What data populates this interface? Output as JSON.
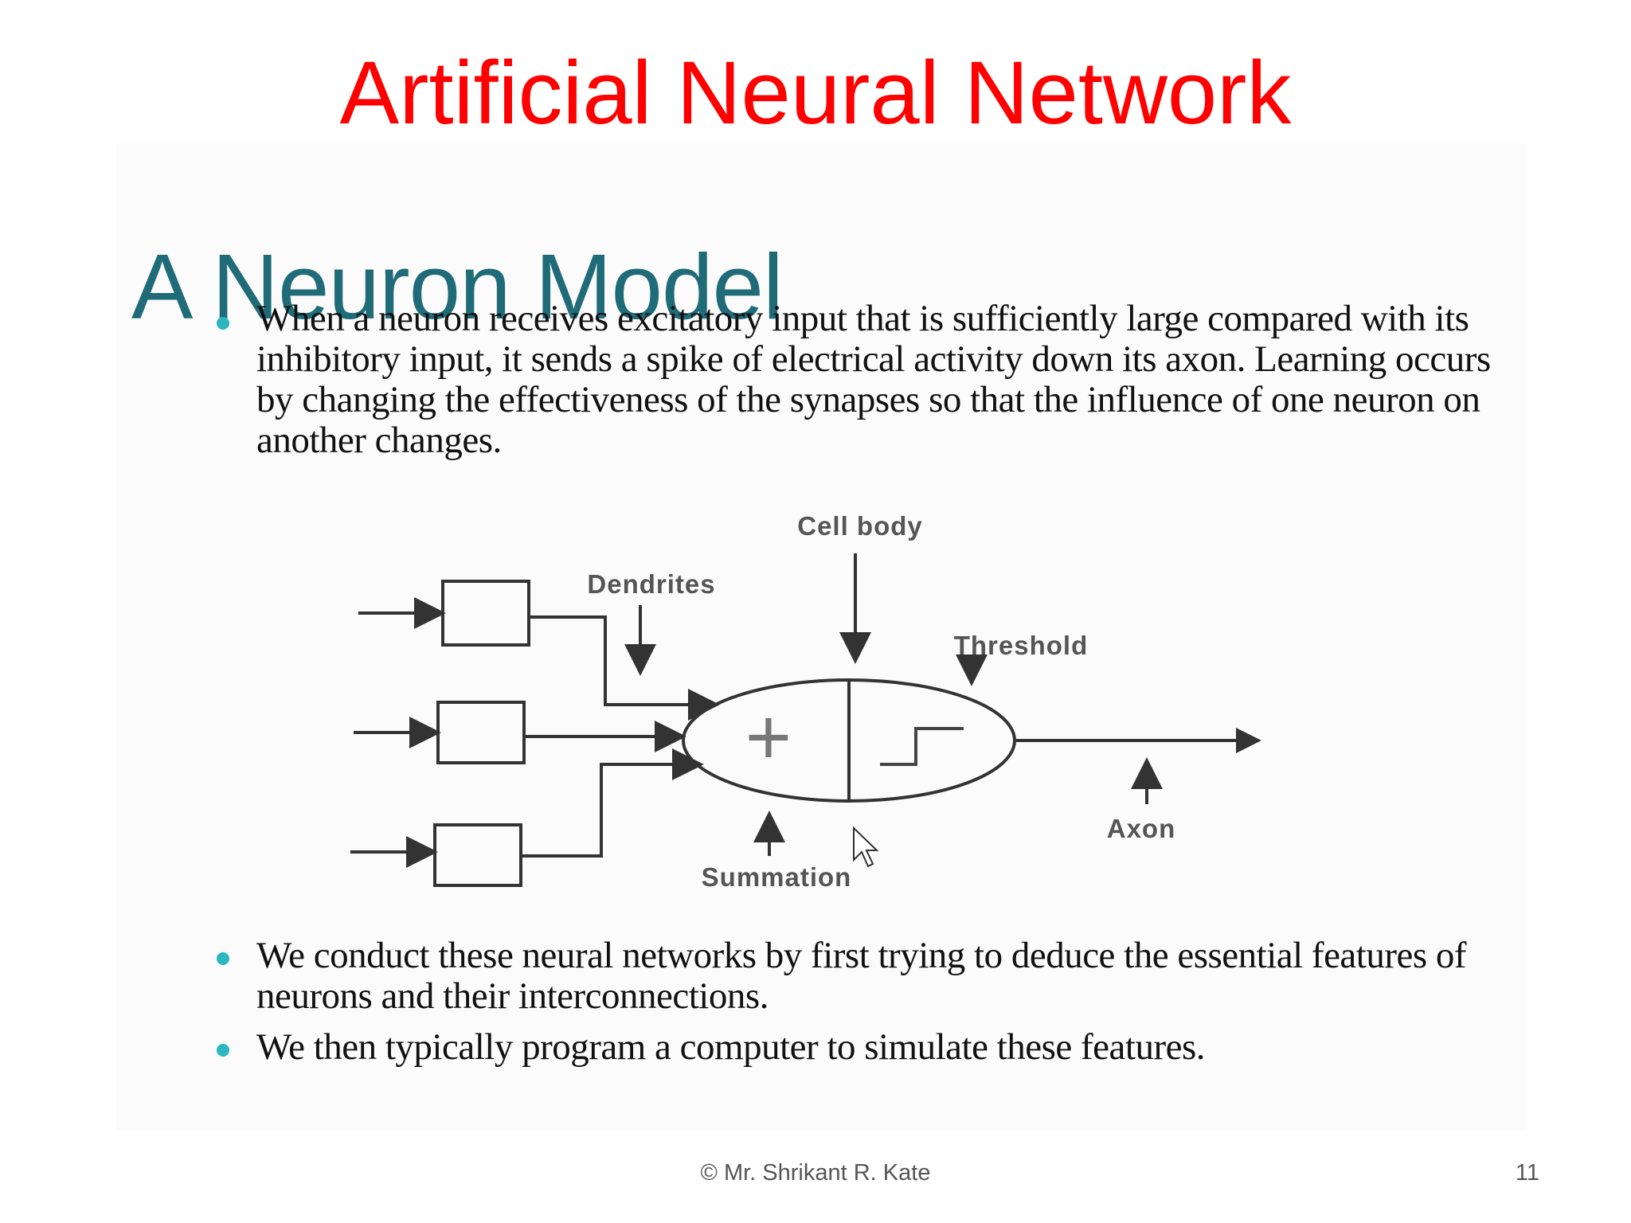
{
  "slide": {
    "title": "Artificial Neural Network",
    "inner_heading": "A Neuron Model",
    "paragraphs": [
      "When a neuron receives excitatory input that is sufficiently large compared with its inhibitory input, it sends a spike of electrical activity down its axon. Learning occurs by changing the effectiveness of the synapses so that the influence of one neuron on another changes.",
      "We conduct these neural networks by first trying to deduce the essential features of neurons and their interconnections.",
      "We then typically program a computer to simulate these features."
    ],
    "bullet_color": "#2cb6c0",
    "title_color": "#ff0000",
    "heading_color": "#1f6b78"
  },
  "diagram": {
    "labels": {
      "cell_body": "Cell body",
      "dendrites": "Dendrites",
      "threshold": "Threshold",
      "summation": "Summation",
      "axon": "Axon",
      "plus": "+"
    },
    "cursor_icon": "mouse-pointer-icon"
  },
  "footer": {
    "copyright": "© Mr. Shrikant  R. Kate",
    "page_number": "11"
  }
}
